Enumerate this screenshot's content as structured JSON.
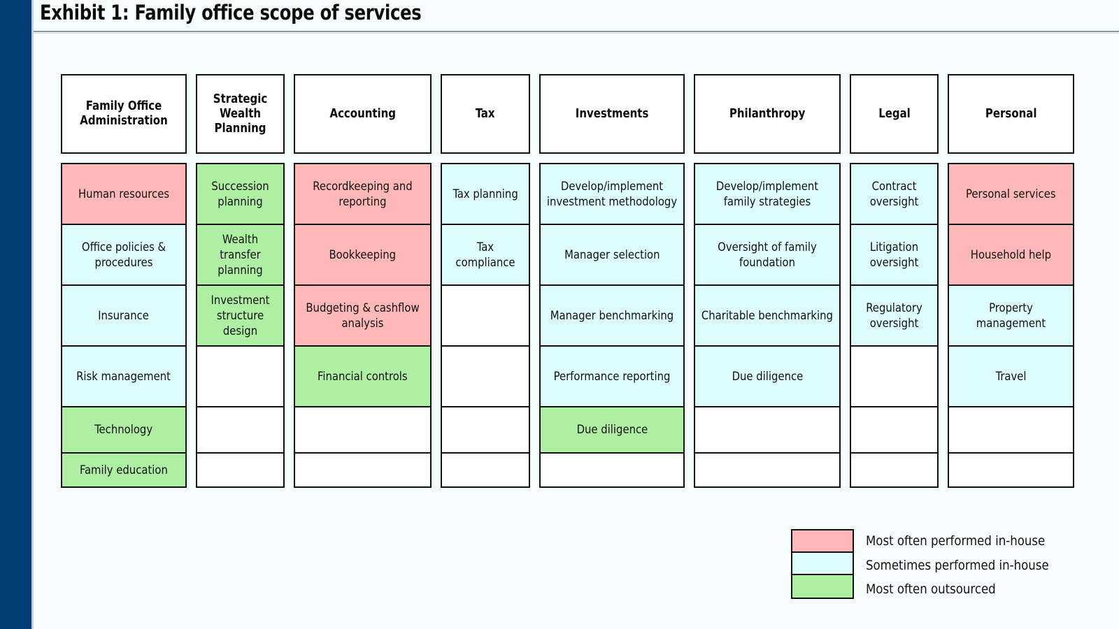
{
  "exhibit": {
    "title": "Exhibit 1: Family office scope of services"
  },
  "palette": {
    "spine": "#003c74",
    "page_background": "#f5fdfd",
    "most_often_in_house": "#ffb8b8",
    "sometimes_in_house": "#ddfcfd",
    "most_often_outsourced": "#aeefa3",
    "empty": "#ffffff",
    "border": "#111111"
  },
  "columns": [
    {
      "header": "Family Office Administration",
      "cells": [
        {
          "label": "Human resources",
          "status": "most_often_in_house"
        },
        {
          "label": "Office policies & procedures",
          "status": "sometimes_in_house"
        },
        {
          "label": "Insurance",
          "status": "sometimes_in_house"
        },
        {
          "label": "Risk management",
          "status": "sometimes_in_house"
        },
        {
          "label": "Technology",
          "status": "most_often_outsourced"
        },
        {
          "label": "Family education",
          "status": "most_often_outsourced"
        }
      ]
    },
    {
      "header": "Strategic Wealth Planning",
      "cells": [
        {
          "label": "Succession planning",
          "status": "most_often_outsourced"
        },
        {
          "label": "Wealth transfer planning",
          "status": "most_often_outsourced"
        },
        {
          "label": "Investment structure design",
          "status": "most_often_outsourced"
        },
        {
          "label": "",
          "status": "empty"
        },
        {
          "label": "",
          "status": "empty"
        },
        {
          "label": "",
          "status": "empty"
        }
      ]
    },
    {
      "header": "Accounting",
      "cells": [
        {
          "label": "Recordkeeping and reporting",
          "status": "most_often_in_house"
        },
        {
          "label": "Bookkeeping",
          "status": "most_often_in_house"
        },
        {
          "label": "Budgeting & cashflow analysis",
          "status": "most_often_in_house"
        },
        {
          "label": "Financial controls",
          "status": "most_often_outsourced"
        },
        {
          "label": "",
          "status": "empty"
        },
        {
          "label": "",
          "status": "empty"
        }
      ]
    },
    {
      "header": "Tax",
      "cells": [
        {
          "label": "Tax planning",
          "status": "sometimes_in_house"
        },
        {
          "label": "Tax compliance",
          "status": "sometimes_in_house"
        },
        {
          "label": "",
          "status": "empty"
        },
        {
          "label": "",
          "status": "empty"
        },
        {
          "label": "",
          "status": "empty"
        },
        {
          "label": "",
          "status": "empty"
        }
      ]
    },
    {
      "header": "Investments",
      "cells": [
        {
          "label": "Develop/implement investment methodology",
          "status": "sometimes_in_house"
        },
        {
          "label": "Manager selection",
          "status": "sometimes_in_house"
        },
        {
          "label": "Manager benchmarking",
          "status": "sometimes_in_house"
        },
        {
          "label": "Performance reporting",
          "status": "sometimes_in_house"
        },
        {
          "label": "Due diligence",
          "status": "most_often_outsourced"
        },
        {
          "label": "",
          "status": "empty"
        }
      ]
    },
    {
      "header": "Philanthropy",
      "cells": [
        {
          "label": "Develop/implement family strategies",
          "status": "sometimes_in_house"
        },
        {
          "label": "Oversight of family foundation",
          "status": "sometimes_in_house"
        },
        {
          "label": "Charitable benchmarking",
          "status": "sometimes_in_house"
        },
        {
          "label": "Due diligence",
          "status": "sometimes_in_house"
        },
        {
          "label": "",
          "status": "empty"
        },
        {
          "label": "",
          "status": "empty"
        }
      ]
    },
    {
      "header": "Legal",
      "cells": [
        {
          "label": "Contract oversight",
          "status": "sometimes_in_house"
        },
        {
          "label": "Litigation oversight",
          "status": "sometimes_in_house"
        },
        {
          "label": "Regulatory oversight",
          "status": "sometimes_in_house"
        },
        {
          "label": "",
          "status": "empty"
        },
        {
          "label": "",
          "status": "empty"
        },
        {
          "label": "",
          "status": "empty"
        }
      ]
    },
    {
      "header": "Personal",
      "cells": [
        {
          "label": "Personal services",
          "status": "most_often_in_house"
        },
        {
          "label": "Household help",
          "status": "most_often_in_house"
        },
        {
          "label": "Property management",
          "status": "sometimes_in_house"
        },
        {
          "label": "Travel",
          "status": "sometimes_in_house"
        },
        {
          "label": "",
          "status": "empty"
        },
        {
          "label": "",
          "status": "empty"
        }
      ]
    }
  ],
  "legend": [
    {
      "status": "most_often_in_house",
      "label": "Most often performed in-house"
    },
    {
      "status": "sometimes_in_house",
      "label": "Sometimes performed in-house"
    },
    {
      "status": "most_often_outsourced",
      "label": "Most often outsourced"
    }
  ]
}
